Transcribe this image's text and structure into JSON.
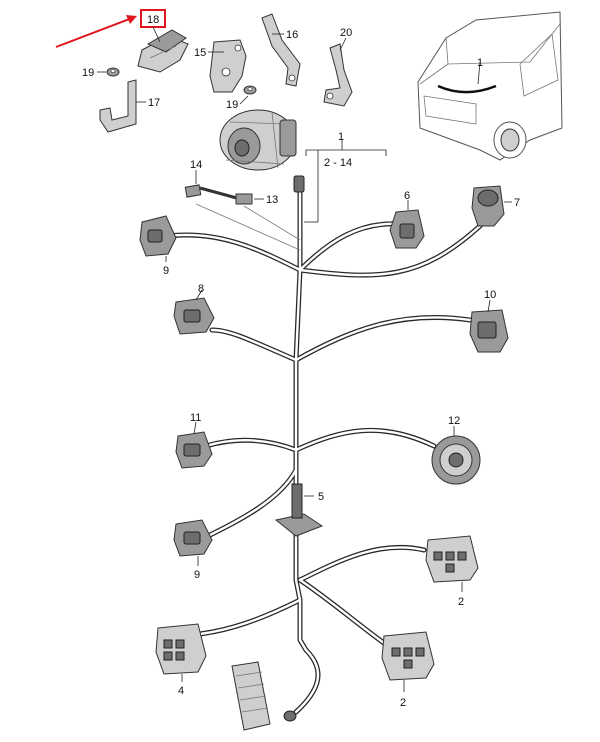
{
  "callouts": {
    "c18": "18",
    "c19a": "19",
    "c17": "17",
    "c15": "15",
    "c16": "16",
    "c19b": "19",
    "c20": "20",
    "c1_van": "1",
    "c1_harness": "1",
    "c2_14": "2 - 14",
    "c14": "14",
    "c13": "13",
    "c6": "6",
    "c7": "7",
    "c9_top": "9",
    "c8": "8",
    "c10": "10",
    "c11": "11",
    "c12": "12",
    "c5": "5",
    "c9_bottom": "9",
    "c2_right": "2",
    "c4": "4",
    "c2_bottom": "2"
  },
  "colors": {
    "highlight": "#e0141b",
    "harness": "#2a2a2a",
    "part": "#9a9a9a"
  }
}
